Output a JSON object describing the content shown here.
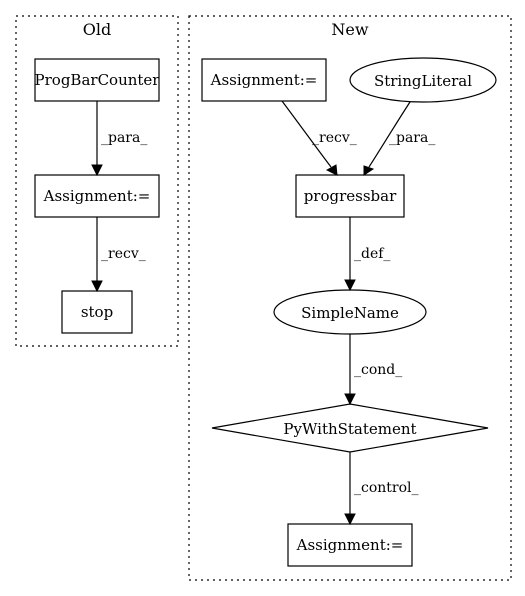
{
  "clusters": {
    "old": {
      "label": "Old"
    },
    "new": {
      "label": "New"
    }
  },
  "nodes": {
    "prog_bar_counter": "ProgBarCounter",
    "old_assignment": "Assignment:=",
    "stop": "stop",
    "new_assignment_top": "Assignment:=",
    "string_literal": "StringLiteral",
    "progressbar": "progressbar",
    "simple_name": "SimpleName",
    "py_with_statement": "PyWithStatement",
    "new_assignment_bottom": "Assignment:="
  },
  "edges": {
    "old_para": "_para_",
    "old_recv": "_recv_",
    "new_recv": "_recv_",
    "new_para": "_para_",
    "def": "_def_",
    "cond": "_cond_",
    "control": "_control_"
  }
}
